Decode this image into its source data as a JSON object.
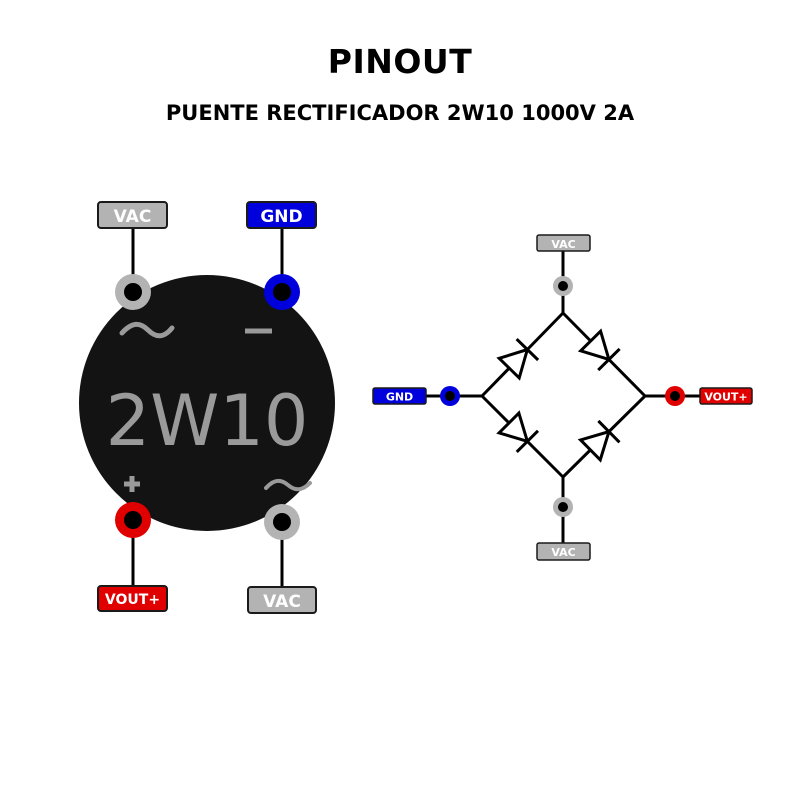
{
  "header": {
    "title": "PINOUT",
    "subtitle": "PUENTE RECTIFICADOR 2W10 1000V 2A"
  },
  "colors": {
    "vac": "#b3b3b3",
    "gnd": "#0000dd",
    "vout": "#e00000",
    "chip_body": "#131313",
    "chip_marking": "#9a9a9a",
    "wire": "#000000"
  },
  "package": {
    "marking": "2W10",
    "symbols": {
      "top_left": "~",
      "top_right": "−",
      "bottom_left": "+",
      "bottom_right": "~"
    },
    "pins": [
      {
        "position": "top-left",
        "label": "VAC",
        "type": "vac"
      },
      {
        "position": "top-right",
        "label": "GND",
        "type": "gnd"
      },
      {
        "position": "bottom-left",
        "label": "VOUT+",
        "type": "vout"
      },
      {
        "position": "bottom-right",
        "label": "VAC",
        "type": "vac"
      }
    ]
  },
  "schematic": {
    "nodes": [
      {
        "position": "top",
        "label": "VAC",
        "type": "vac"
      },
      {
        "position": "left",
        "label": "GND",
        "type": "gnd"
      },
      {
        "position": "right",
        "label": "VOUT+",
        "type": "vout"
      },
      {
        "position": "bottom",
        "label": "VAC",
        "type": "vac"
      }
    ],
    "diodes": [
      {
        "branch": "left-to-top",
        "direction": "anode at left node, cathode at top node"
      },
      {
        "branch": "top-to-right",
        "direction": "anode at top node, cathode at right node"
      },
      {
        "branch": "left-to-bottom",
        "direction": "anode at left node, cathode at bottom node"
      },
      {
        "branch": "bottom-to-right",
        "direction": "anode at bottom node, cathode at right node"
      }
    ]
  }
}
